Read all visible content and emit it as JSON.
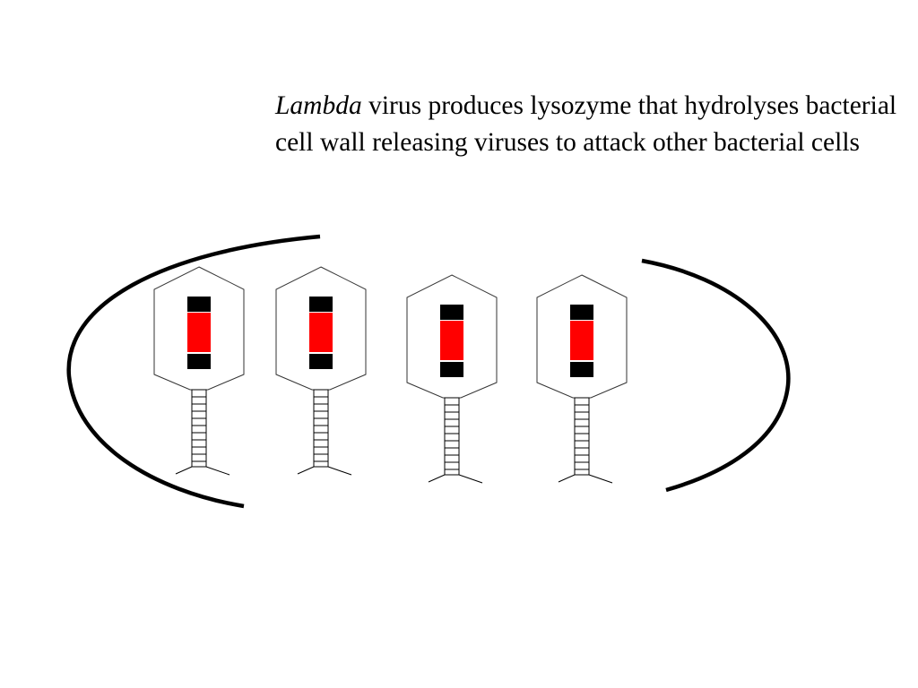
{
  "caption": {
    "italic_word": "Lambda",
    "text": " virus produces lysozyme that hydrolyses bacterial cell wall releasing viruses to attack other bacterial cells"
  },
  "diagram": {
    "phage_count": 4,
    "colors": {
      "wall": "#000000",
      "capsid_outline": "#333333",
      "dna_core": "#ff0000",
      "dna_caps": "#000000",
      "background": "#ffffff"
    }
  }
}
